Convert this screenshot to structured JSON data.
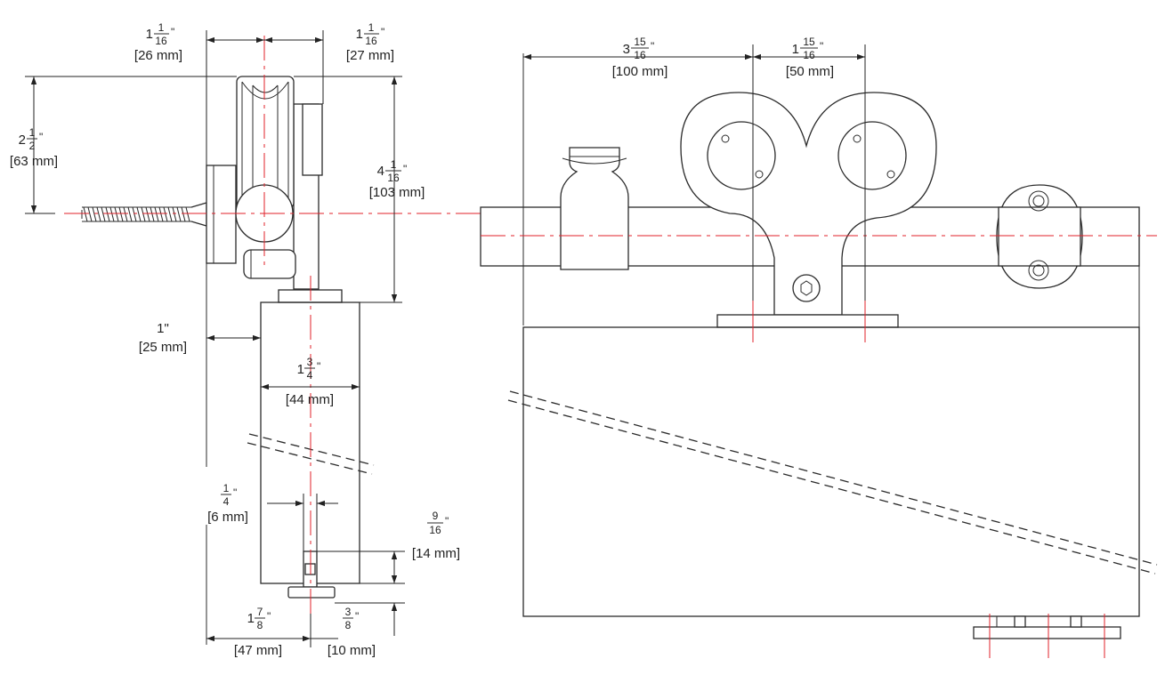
{
  "dimensions": {
    "wheel_depth": {
      "whole": "1",
      "num": "1",
      "den": "16",
      "mark": "\"",
      "metric": "[26 mm]"
    },
    "offset_depth": {
      "whole": "1",
      "num": "1",
      "den": "16",
      "mark": "\"",
      "metric": "[27 mm]"
    },
    "bracket_height": {
      "whole": "2",
      "num": "1",
      "den": "2",
      "mark": "\"",
      "metric": "[63 mm]"
    },
    "total_height": {
      "whole": "4",
      "num": "1",
      "den": "16",
      "mark": "\"",
      "metric": "[103 mm]"
    },
    "wall_clearance": {
      "text": "1\"",
      "metric": "[25 mm]"
    },
    "door_thickness": {
      "whole": "1",
      "num": "3",
      "den": "4",
      "mark": "\"",
      "metric": "[44 mm]"
    },
    "guide_width": {
      "whole": "",
      "num": "1",
      "den": "4",
      "mark": "\"",
      "metric": "[6 mm]"
    },
    "groove_depth": {
      "whole": "",
      "num": "9",
      "den": "16",
      "mark": "\"",
      "metric": "[14 mm]"
    },
    "floor_offset": {
      "whole": "1",
      "num": "7",
      "den": "8",
      "mark": "\"",
      "metric": "[47 mm]"
    },
    "guide_gap": {
      "whole": "",
      "num": "3",
      "den": "8",
      "mark": "\"",
      "metric": "[10 mm]"
    },
    "stop_to_hanger": {
      "whole": "3",
      "num": "15",
      "den": "16",
      "mark": "\"",
      "metric": "[100 mm]"
    },
    "hanger_width": {
      "whole": "1",
      "num": "15",
      "den": "16",
      "mark": "\"",
      "metric": "[50 mm]"
    }
  },
  "colors": {
    "line": "#2b2b2b",
    "centerline": "#e0202a",
    "background": "#ffffff"
  }
}
